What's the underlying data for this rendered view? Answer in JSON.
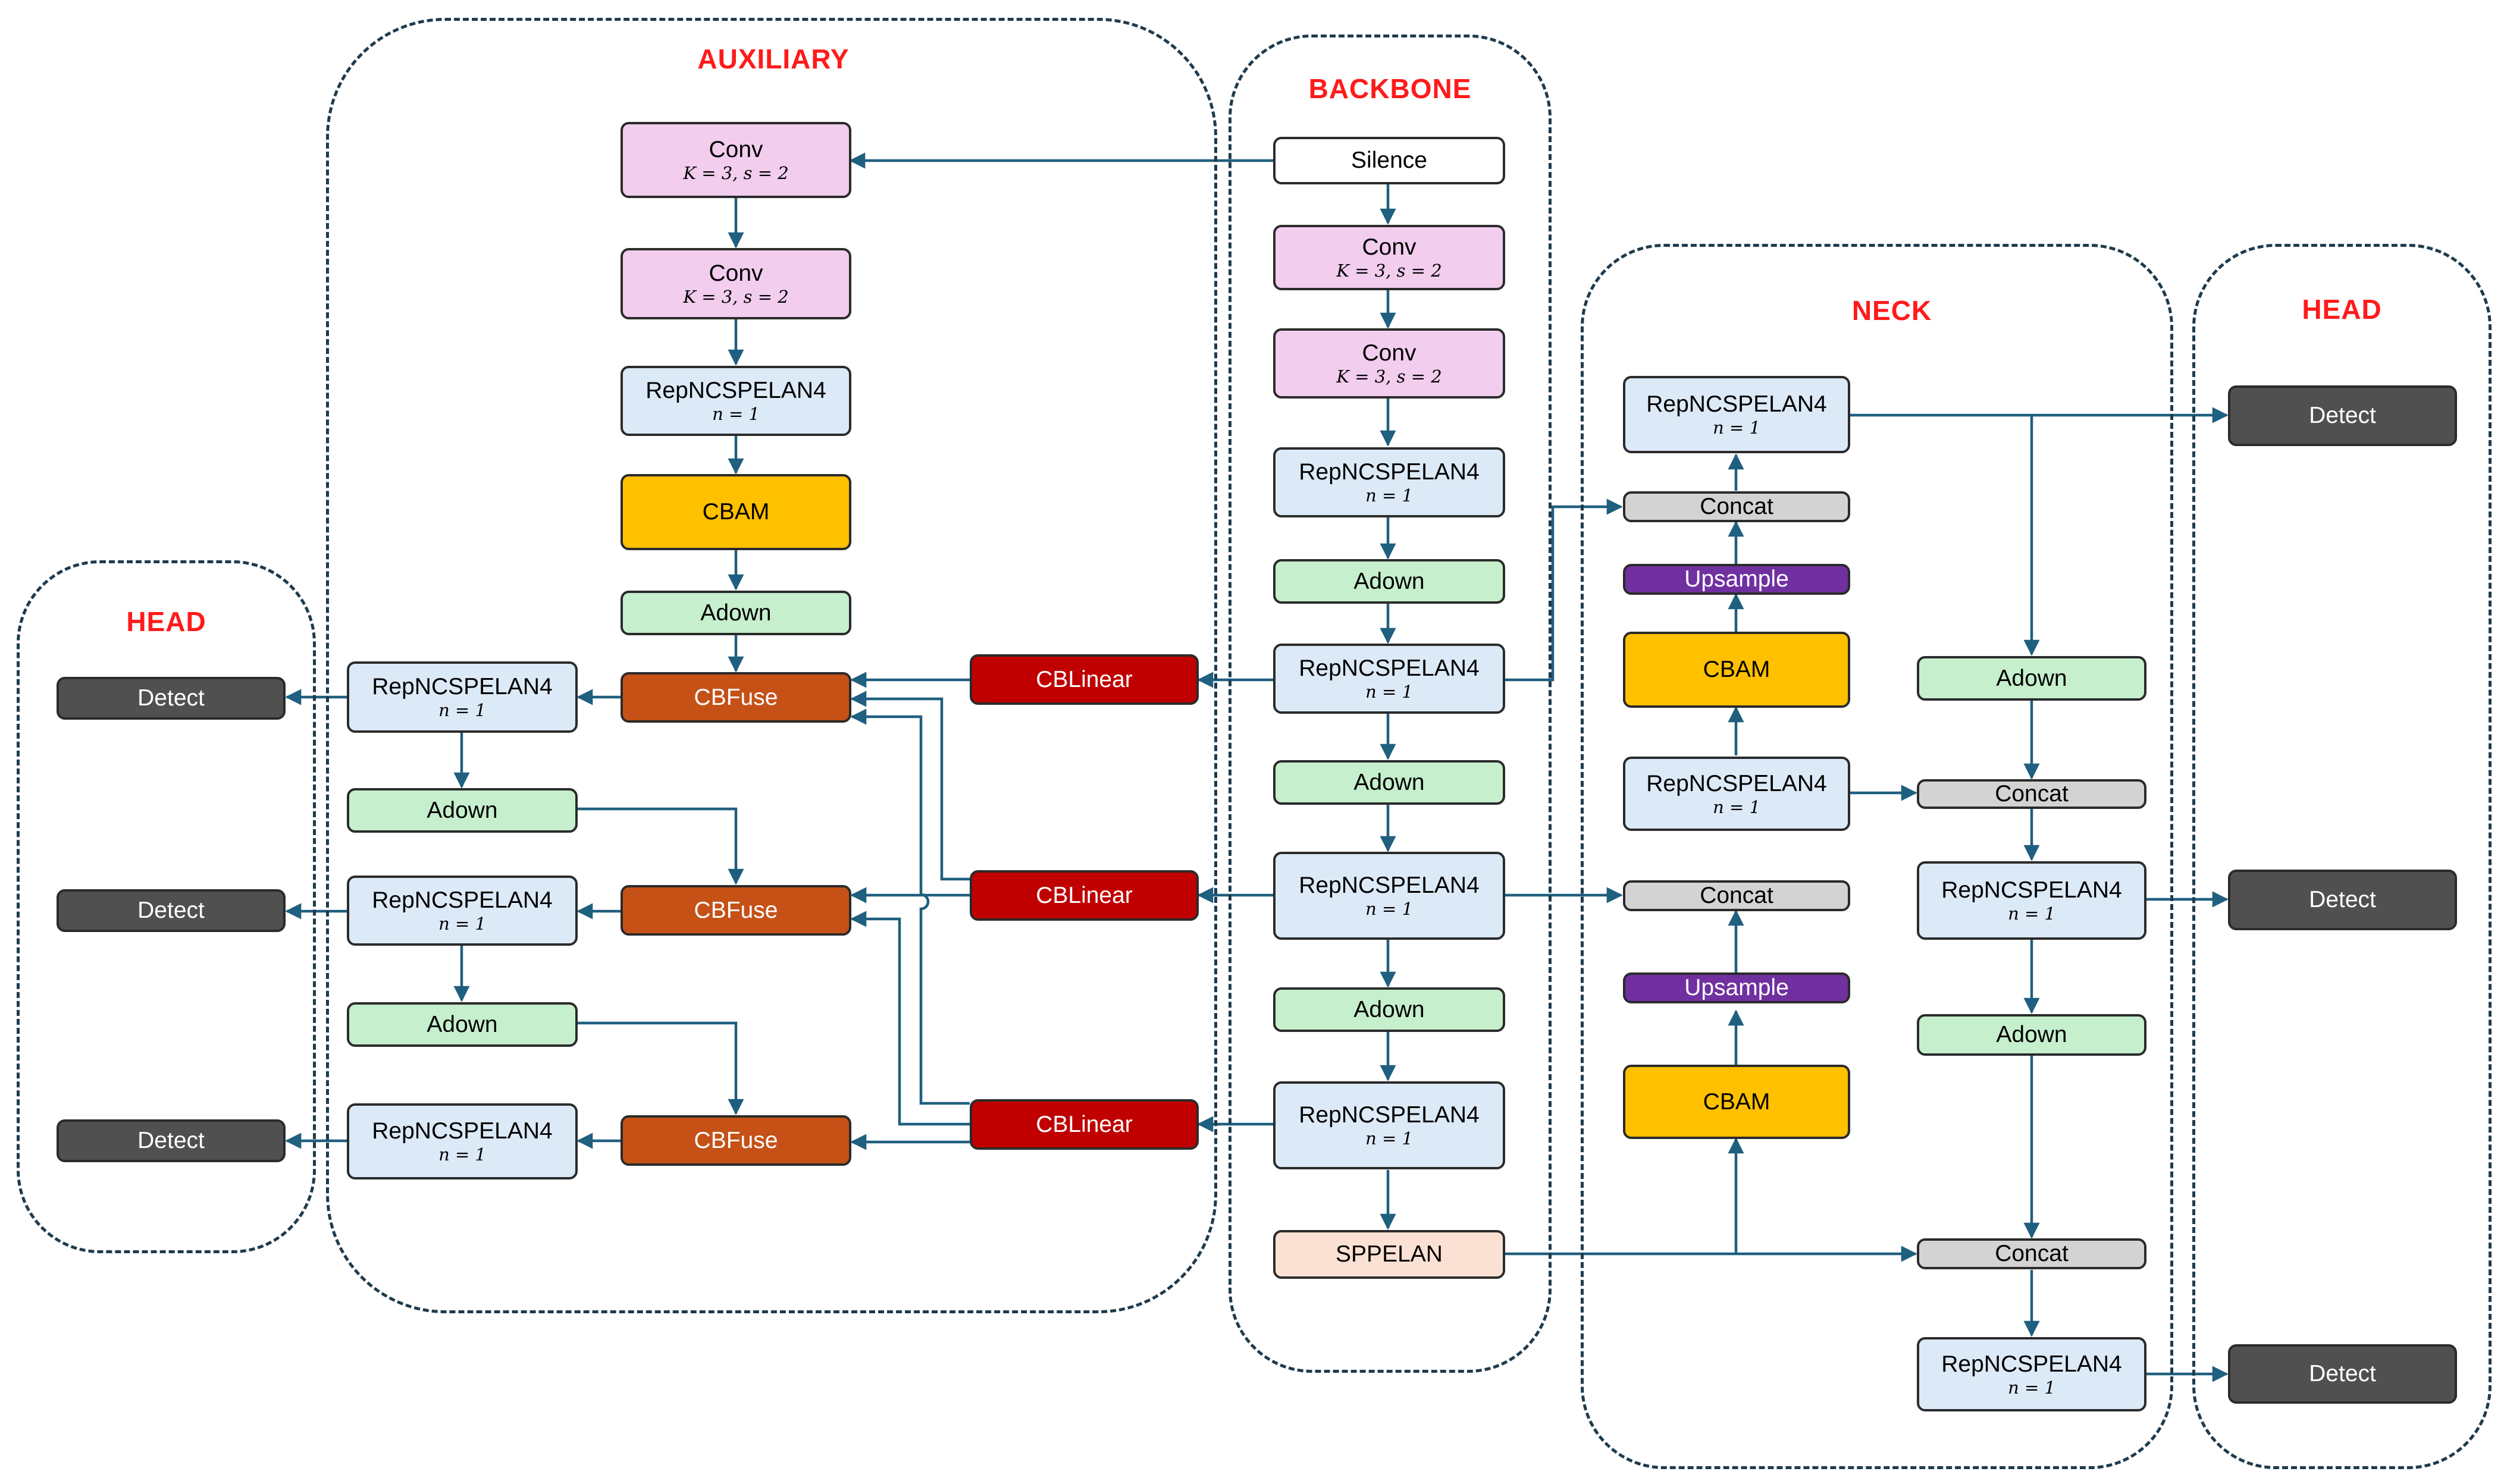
{
  "regions": {
    "auxiliary": "AUXILIARY",
    "backbone": "BACKBONE",
    "neck": "NECK",
    "head_left": "HEAD",
    "head_right": "HEAD"
  },
  "labels": {
    "conv": "Conv",
    "conv_param": "K = 3, s = 2",
    "rep": "RepNCSPELAN4",
    "rep_param": "n = 1",
    "cbam": "CBAM",
    "adown": "Adown",
    "cbfuse": "CBFuse",
    "cblinear": "CBLinear",
    "detect": "Detect",
    "silence": "Silence",
    "concat": "Concat",
    "upsample": "Upsample",
    "sppelan": "SPPELAN"
  },
  "colors": {
    "wire": "#1f5f7f",
    "region_border": "#1f3b4d",
    "region_title": "#ff1a1a"
  }
}
